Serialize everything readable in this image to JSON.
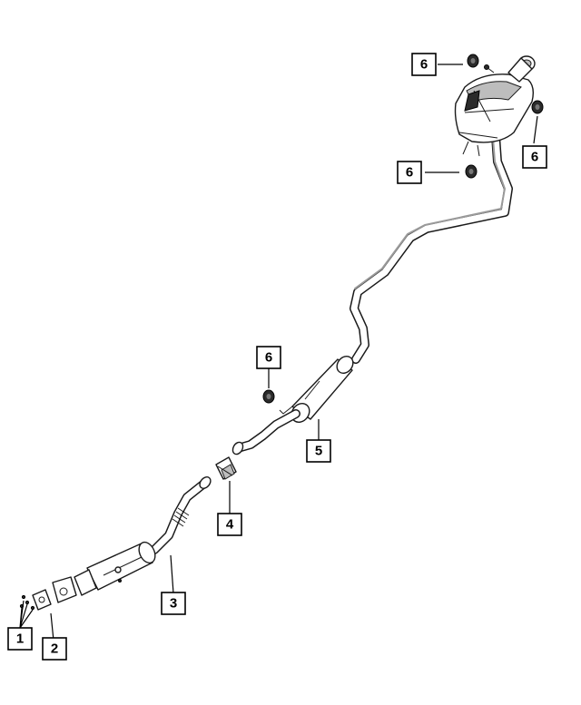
{
  "callouts": {
    "c1": "1",
    "c2": "2",
    "c3": "3",
    "c4": "4",
    "c5": "5",
    "c6a": "6",
    "c6b": "6",
    "c6c": "6",
    "c6d": "6"
  }
}
